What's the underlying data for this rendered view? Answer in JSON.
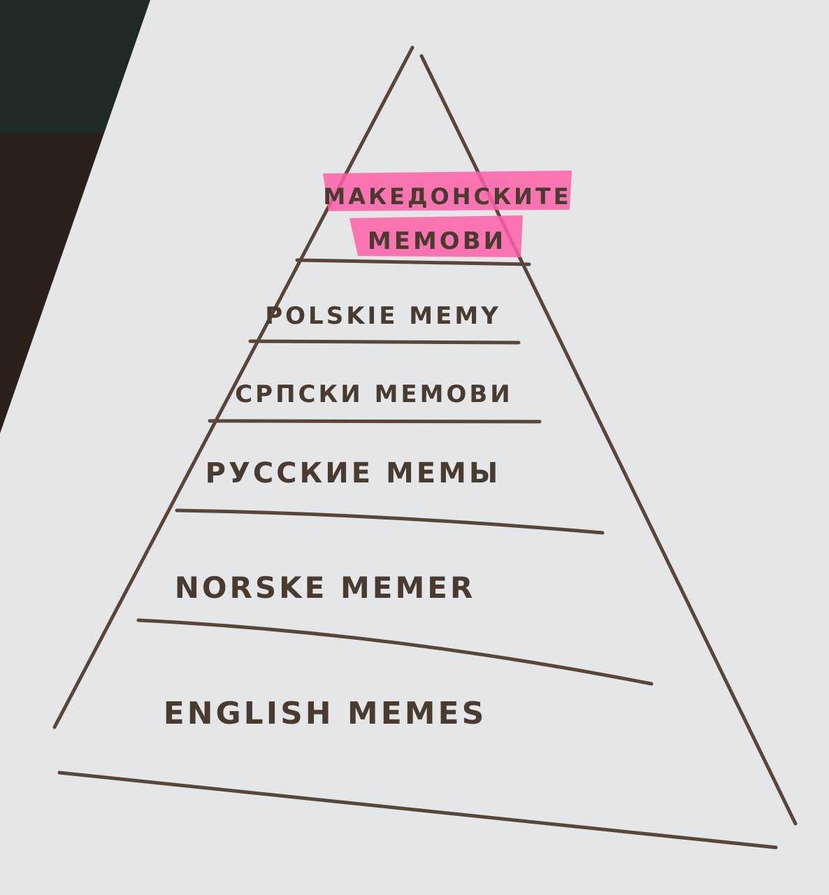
{
  "pyramid": {
    "tiers": [
      {
        "id": "macedonian",
        "line1": "МАКЕДОНСКИТЕ",
        "line2": "МЕМОВИ",
        "highlight": "#ff5fa8"
      },
      {
        "id": "polish",
        "label": "POLSKIE MEMY"
      },
      {
        "id": "serbian",
        "label": "СРПСКИ МЕМОВИ"
      },
      {
        "id": "russian",
        "label": "РУССКИЕ МЕМЫ"
      },
      {
        "id": "norwegian",
        "label": "NORSKE MEMER"
      },
      {
        "id": "english",
        "label": "ENGLISH MEMES"
      }
    ]
  },
  "colors": {
    "paper": "#e4e6e8",
    "ink": "#5a4638",
    "highlighter": "#ff5fa8",
    "background_left_top": "#1e2a26",
    "background_left_bottom": "#2b1f1a"
  }
}
